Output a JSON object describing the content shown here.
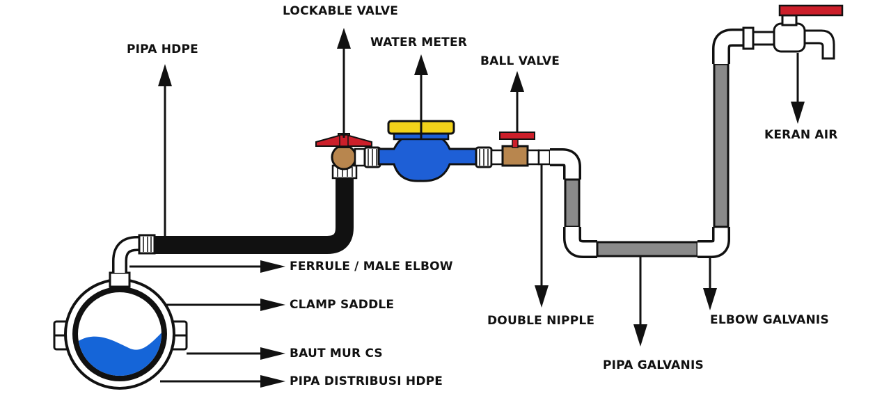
{
  "labels": {
    "pipa_hdpe": "PIPA HDPE",
    "lockable_valve": "LOCKABLE VALVE",
    "water_meter": "WATER METER",
    "ball_valve": "BALL VALVE",
    "keran_air": "KERAN AIR",
    "ferrule_male_elbow": "FERRULE / MALE ELBOW",
    "clamp_saddle": "CLAMP SADDLE",
    "baut_mur_cs": "BAUT MUR CS",
    "pipa_distribusi_hdpe": "PIPA DISTRIBUSI HDPE",
    "double_nipple": "DOUBLE NIPPLE",
    "pipa_galvanis": "PIPA GALVANIS",
    "elbow_galvanis": "ELBOW GALVANIS"
  },
  "colors": {
    "hdpe_pipe": "#111111",
    "galvanized_pipe": "#8a8a8a",
    "water": "#1565d8",
    "meter_body": "#1e5fd6",
    "meter_cap": "#f2d21a",
    "valve_handle": "#cc1f2a",
    "brass": "#b8864e"
  }
}
